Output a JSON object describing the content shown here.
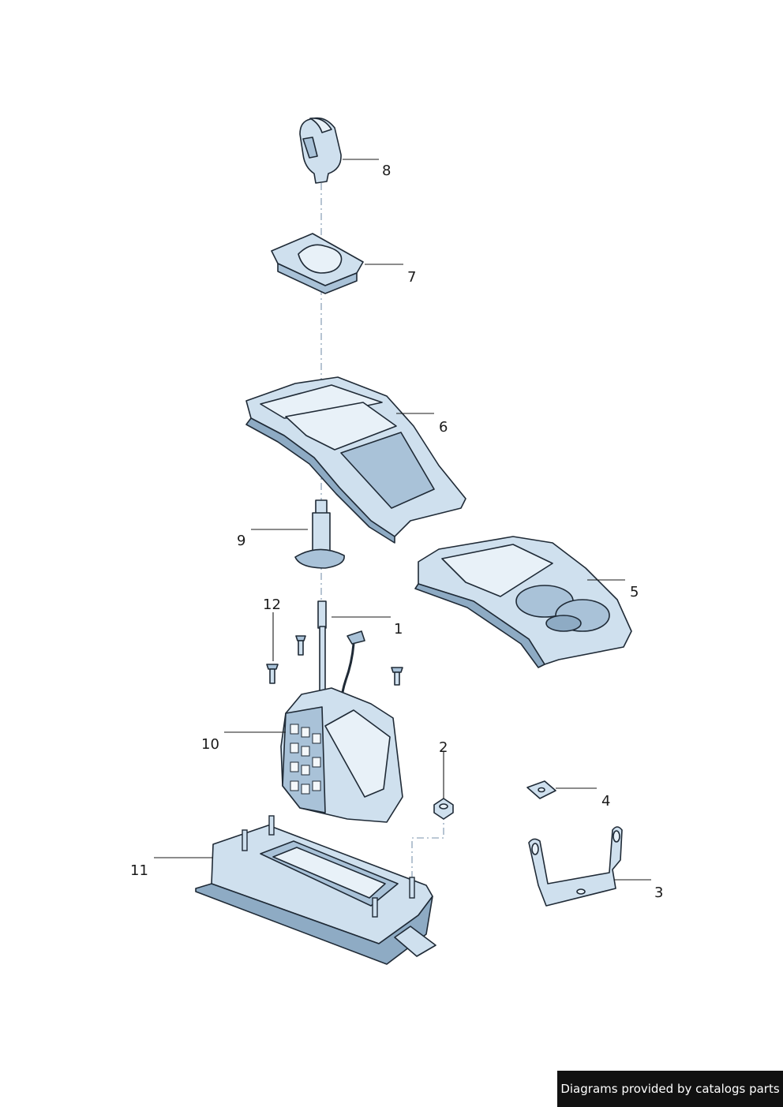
{
  "parts": [
    {
      "id": "8",
      "label": "8",
      "name": "gear-knob"
    },
    {
      "id": "7",
      "label": "7",
      "name": "shift-gate-cover"
    },
    {
      "id": "6",
      "label": "6",
      "name": "console-trim-panel"
    },
    {
      "id": "9",
      "label": "9",
      "name": "shift-boot-sleeve"
    },
    {
      "id": "5",
      "label": "5",
      "name": "cup-holder-console"
    },
    {
      "id": "12",
      "label": "12",
      "name": "screws"
    },
    {
      "id": "1",
      "label": "1",
      "name": "shift-lever"
    },
    {
      "id": "10",
      "label": "10",
      "name": "selector-mechanism"
    },
    {
      "id": "2",
      "label": "2",
      "name": "nut"
    },
    {
      "id": "4",
      "label": "4",
      "name": "clip-nut"
    },
    {
      "id": "11",
      "label": "11",
      "name": "housing-tray"
    },
    {
      "id": "3",
      "label": "3",
      "name": "bracket"
    }
  ],
  "credit": "Diagrams provided by catalogs parts",
  "colors": {
    "ink": "#1f2a36",
    "part_light": "#cfe0ee",
    "part_mid": "#a9c2d8",
    "credit_bg": "#111111"
  }
}
